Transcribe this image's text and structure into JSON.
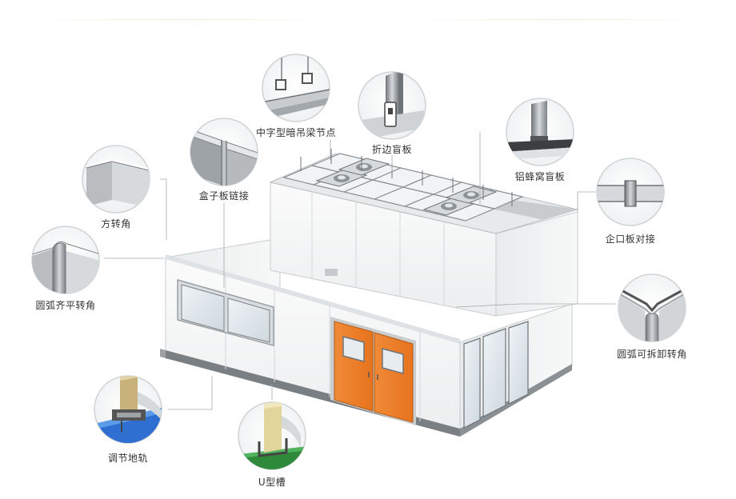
{
  "callouts": [
    {
      "id": "flat-corner",
      "label": "方转角",
      "icon": "flat-corner-detail"
    },
    {
      "id": "box-link",
      "label": "盒子板链接",
      "icon": "box-panel-link-detail"
    },
    {
      "id": "hanger-beam",
      "label": "中字型暗吊梁节点",
      "icon": "hidden-hanger-beam-detail"
    },
    {
      "id": "folded-blind",
      "label": "折边盲板",
      "icon": "folded-blind-plate-detail"
    },
    {
      "id": "honeycomb-blind",
      "label": "铝蜂窝盲板",
      "icon": "aluminum-honeycomb-blind-plate-detail"
    },
    {
      "id": "tongue-joint",
      "label": "企口板对接",
      "icon": "tongue-groove-joint-detail"
    },
    {
      "id": "arc-flush-corner",
      "label": "圆弧齐平转角",
      "icon": "arc-flush-corner-detail"
    },
    {
      "id": "arc-removable-corner",
      "label": "圆弧可拆卸转角",
      "icon": "arc-removable-corner-detail"
    },
    {
      "id": "floor-rail",
      "label": "调节地轨",
      "icon": "adjustable-floor-rail-detail"
    },
    {
      "id": "u-channel",
      "label": "U型槽",
      "icon": "u-channel-detail"
    }
  ],
  "colors": {
    "door": "#ef7d26",
    "panel": "#f2f3f3",
    "panelShade": "#d9dcde",
    "frame": "#8a8e92",
    "base": "#6f7478",
    "glass": "#dfe7ec",
    "text": "#333333"
  }
}
